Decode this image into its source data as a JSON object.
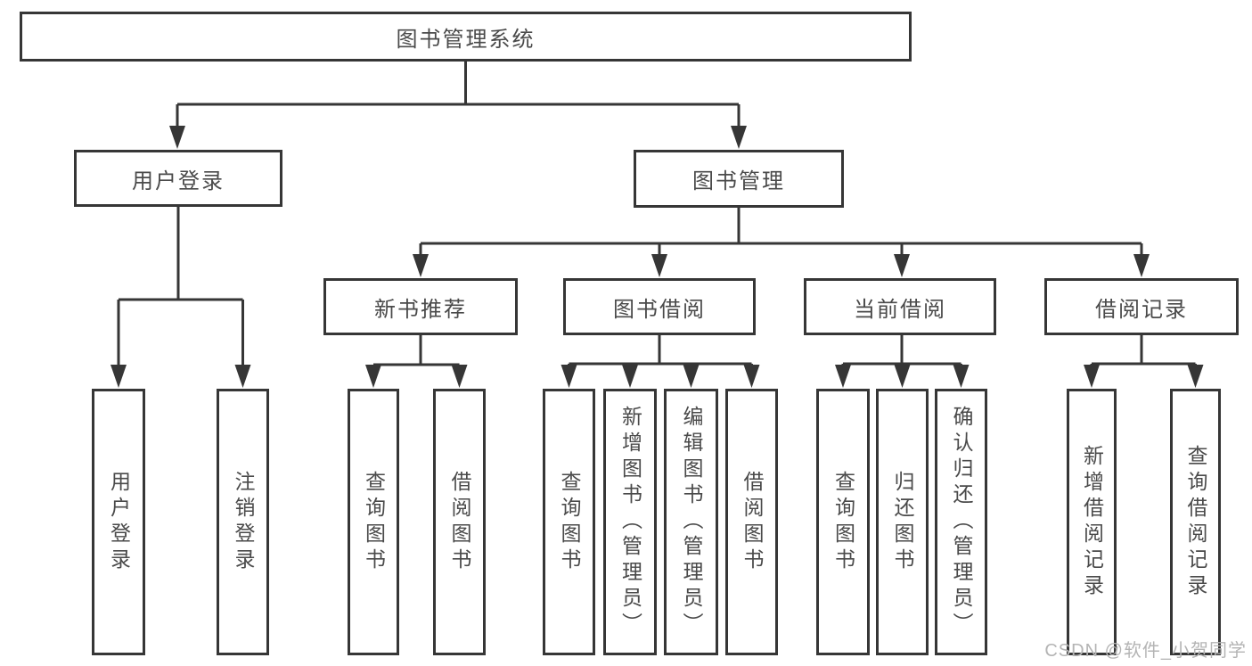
{
  "tree": {
    "label": "图书管理系统",
    "children": [
      {
        "label": "用户登录",
        "children": [
          {
            "label": "用户登录"
          },
          {
            "label": "注销登录"
          }
        ]
      },
      {
        "label": "图书管理",
        "children": [
          {
            "label": "新书推荐",
            "children": [
              {
                "label": "查询图书"
              },
              {
                "label": "借阅图书"
              }
            ]
          },
          {
            "label": "图书借阅",
            "children": [
              {
                "label": "查询图书"
              },
              {
                "label": "新增图书（管理员）"
              },
              {
                "label": "编辑图书（管理员）"
              },
              {
                "label": "借阅图书"
              }
            ]
          },
          {
            "label": "当前借阅",
            "children": [
              {
                "label": "查询图书"
              },
              {
                "label": "归还图书"
              },
              {
                "label": "确认归还（管理员）"
              }
            ]
          },
          {
            "label": "借阅记录",
            "children": [
              {
                "label": "新增借阅记录"
              },
              {
                "label": "查询借阅记录"
              }
            ]
          }
        ]
      }
    ]
  },
  "watermark": "CSDN @软件_小贺同学",
  "colors": {
    "line": "#363636",
    "text": "#4a4a4a",
    "background": "#ffffff",
    "watermark": "#b4b4b4"
  }
}
